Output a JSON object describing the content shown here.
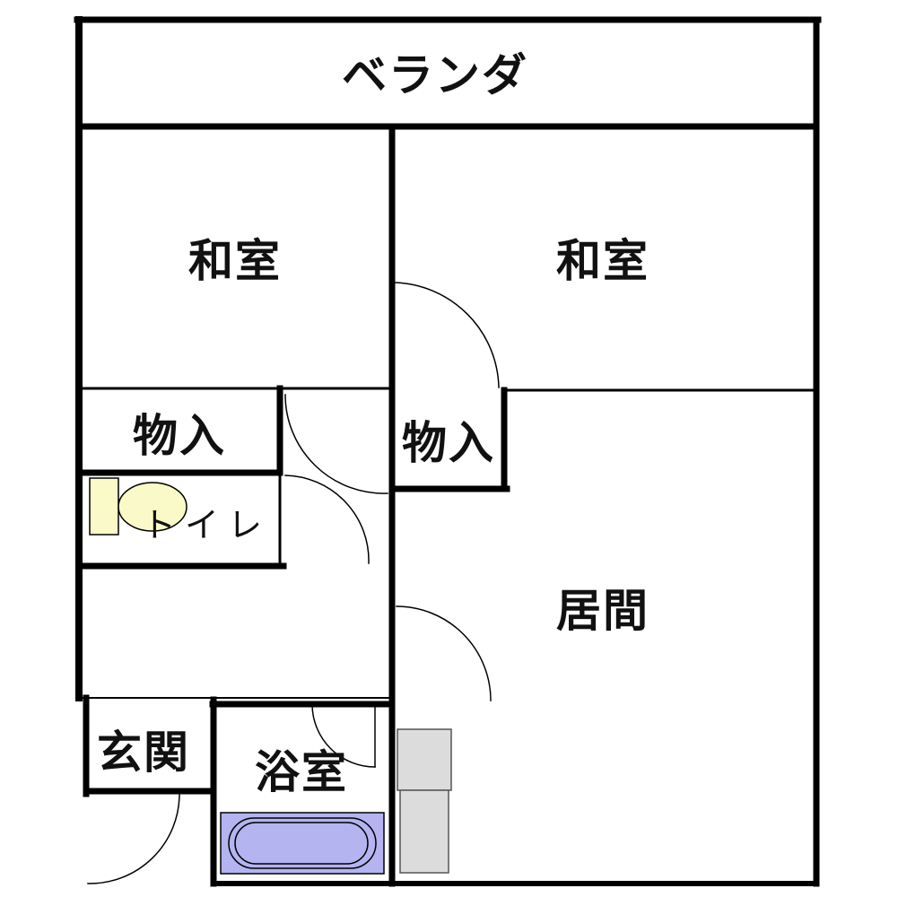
{
  "rooms": {
    "veranda": "ベランダ",
    "washitsu_left": "和室",
    "washitsu_right": "和室",
    "closet_left": "物入",
    "closet_right": "物入",
    "toilet": "トイレ",
    "living": "居間",
    "entrance": "玄関",
    "bathroom": "浴室"
  },
  "colors": {
    "wall": "#000000",
    "toilet_fixture": "#fafac8",
    "bathtub": "#b4b4f0",
    "kitchen_counter": "#dcdcdc"
  }
}
